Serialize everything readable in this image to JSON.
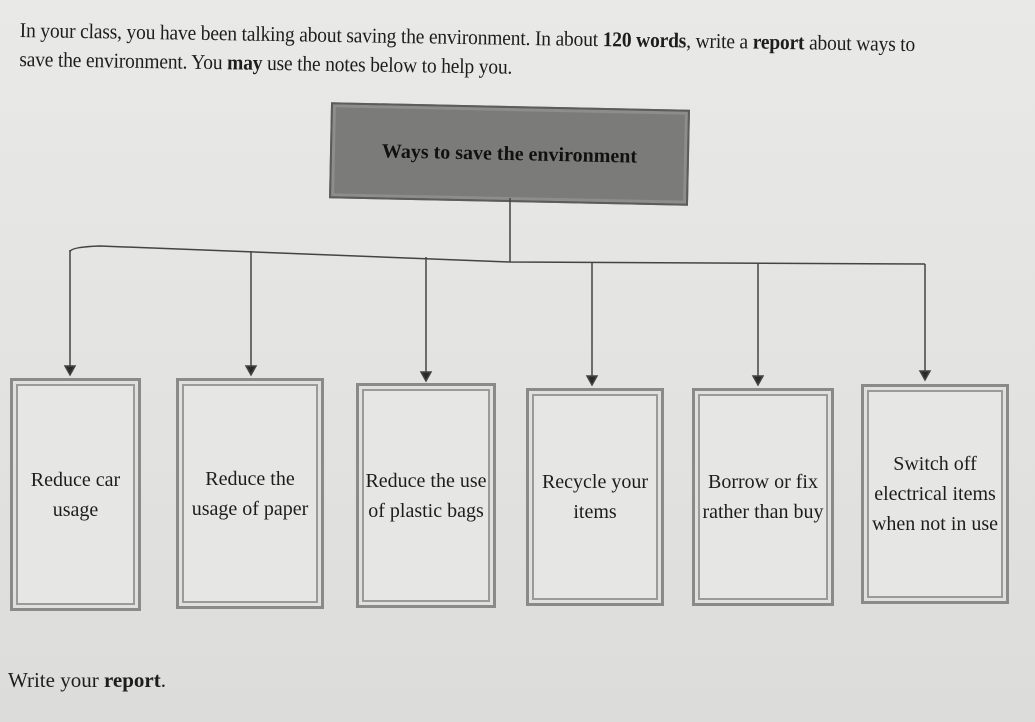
{
  "instructions": {
    "segments": [
      {
        "text": "In your class, you have been talking about saving the environment. In about ",
        "bold": false
      },
      {
        "text": "120 words",
        "bold": true
      },
      {
        "text": ", write a ",
        "bold": false
      },
      {
        "text": "report",
        "bold": true
      },
      {
        "text": " about ways to save the environment. You ",
        "bold": false
      },
      {
        "text": "may",
        "bold": true
      },
      {
        "text": " use the notes below to help you.",
        "bold": false
      }
    ]
  },
  "diagram": {
    "title": "Ways to save the environment",
    "items": [
      "Reduce car usage",
      "Reduce the usage of paper",
      "Reduce the use of plastic bags",
      "Recycle your items",
      "Borrow or fix rather than buy",
      "Switch off electrical items when not in use"
    ]
  },
  "footer": {
    "prefix": "Write your ",
    "bold": "report",
    "suffix": "."
  }
}
